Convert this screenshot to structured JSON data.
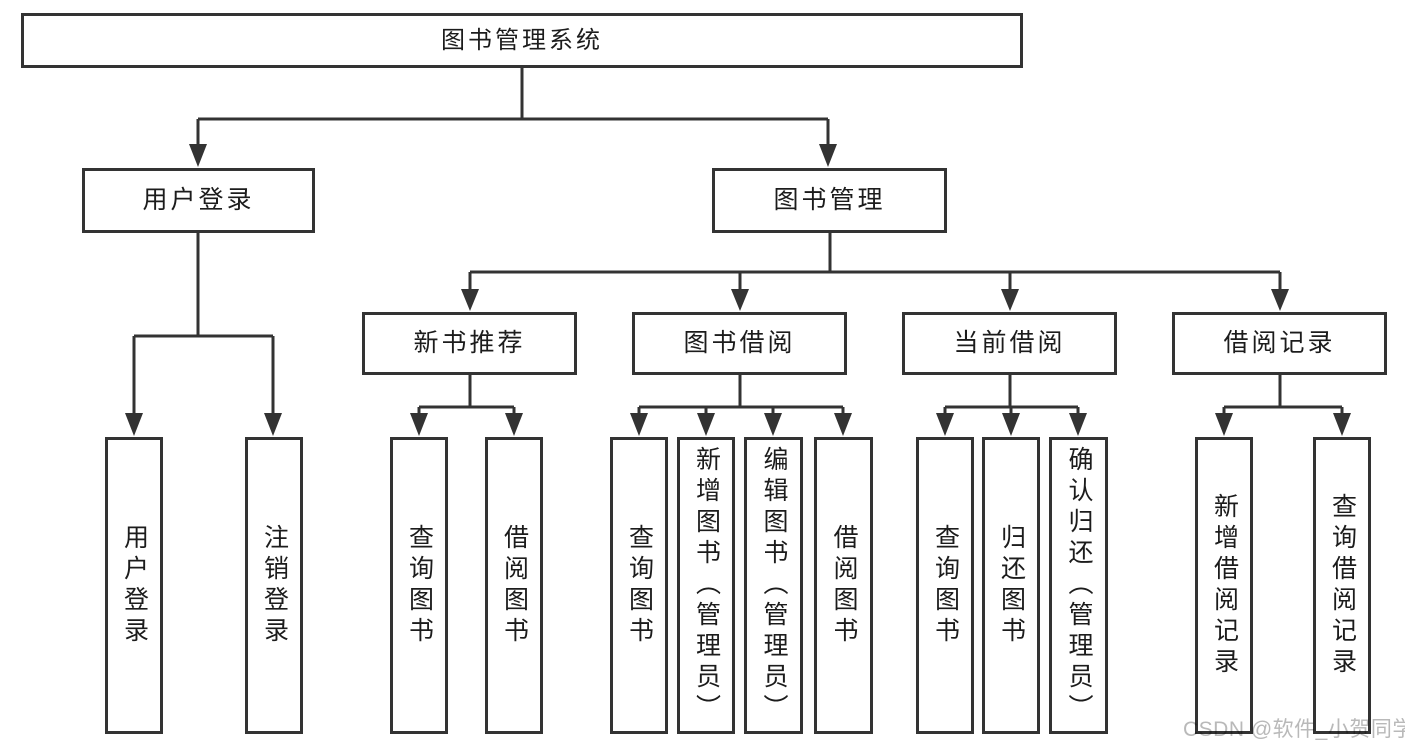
{
  "tree": {
    "label": "图书管理系统",
    "children": [
      {
        "label": "用户登录",
        "children": [
          {
            "label": "用户登录"
          },
          {
            "label": "注销登录"
          }
        ]
      },
      {
        "label": "图书管理",
        "children": [
          {
            "label": "新书推荐",
            "children": [
              {
                "label": "查询图书"
              },
              {
                "label": "借阅图书"
              }
            ]
          },
          {
            "label": "图书借阅",
            "children": [
              {
                "label": "查询图书"
              },
              {
                "label": "新增图书（管理员）"
              },
              {
                "label": "编辑图书（管理员）"
              },
              {
                "label": "借阅图书"
              }
            ]
          },
          {
            "label": "当前借阅",
            "children": [
              {
                "label": "查询图书"
              },
              {
                "label": "归还图书"
              },
              {
                "label": "确认归还（管理员）"
              }
            ]
          },
          {
            "label": "借阅记录",
            "children": [
              {
                "label": "新增借阅记录"
              },
              {
                "label": "查询借阅记录"
              }
            ]
          }
        ]
      }
    ]
  },
  "watermark": {
    "text": "CSDN @软件_小贺同学"
  },
  "colors": {
    "line": "#333333",
    "text": "#1c1c1c",
    "watermark": "#b9b9b9",
    "background": "#ffffff"
  }
}
